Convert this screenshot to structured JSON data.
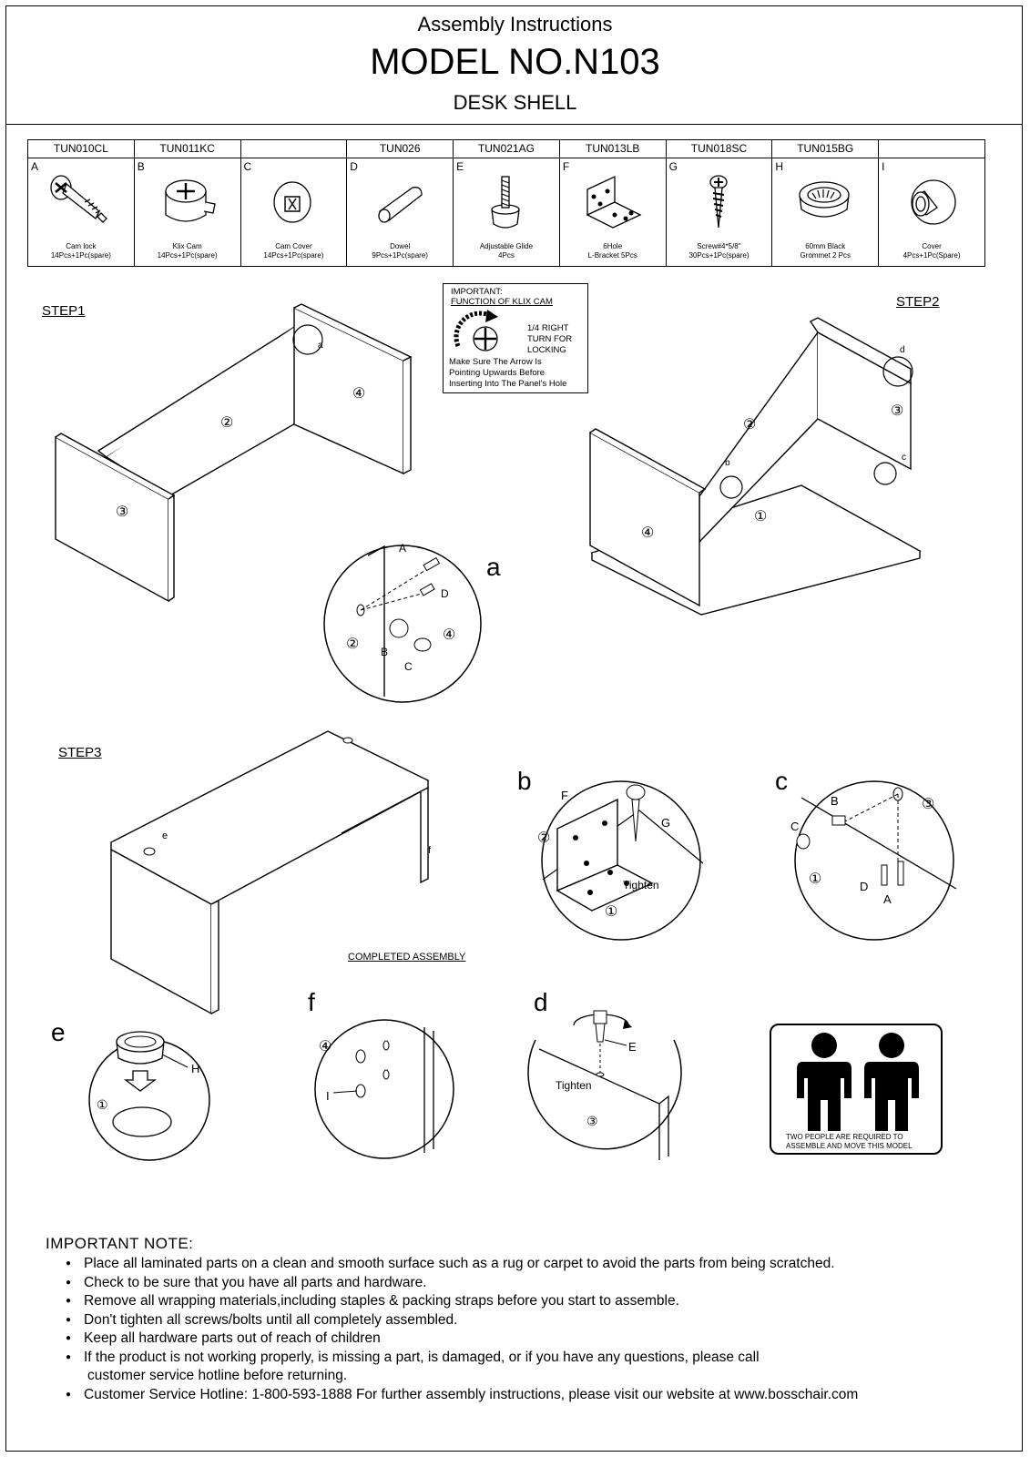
{
  "header": {
    "subtitle": "Assembly Instructions",
    "model": "MODEL NO.N103",
    "product": "DESK SHELL"
  },
  "parts": [
    {
      "code": "TUN010CL",
      "letter": "A",
      "name": "Cam lock",
      "qty": "14Pcs+1Pc(spare)",
      "icon": "cam-lock-icon"
    },
    {
      "code": "TUN011KC",
      "letter": "B",
      "name": "Klix Cam",
      "qty": "14Pcs+1Pc(spare)",
      "icon": "klix-cam-icon"
    },
    {
      "code": "",
      "letter": "C",
      "name": "Cam Cover",
      "qty": "14Pcs+1Pc(spare)",
      "icon": "cam-cover-icon"
    },
    {
      "code": "TUN026",
      "letter": "D",
      "name": "Dowel",
      "qty": "9Pcs+1Pc(spare)",
      "icon": "dowel-icon"
    },
    {
      "code": "TUN021AG",
      "letter": "E",
      "name": "Adjustable Glide",
      "qty": "4Pcs",
      "icon": "adjustable-glide-icon"
    },
    {
      "code": "TUN013LB",
      "letter": "F",
      "name": "6Hole",
      "qty": "L-Bracket  5Pcs",
      "icon": "l-bracket-icon"
    },
    {
      "code": "TUN018SC",
      "letter": "G",
      "name": "Screw#4*5/8\"",
      "qty": "30Pcs+1Pc(spare)",
      "icon": "screw-icon"
    },
    {
      "code": "TUN015BG",
      "letter": "H",
      "name": "60mm Black",
      "qty": "Grommet     2 Pcs",
      "icon": "grommet-icon"
    },
    {
      "code": "",
      "letter": "I",
      "name": "Cover",
      "qty": "4Pcs+1Pc(Spare)",
      "icon": "cover-icon"
    }
  ],
  "steps": {
    "step1": "STEP1",
    "step2": "STEP2",
    "step3": "STEP3"
  },
  "important_box": {
    "title": "IMPORTANT:",
    "subtitle": "FUNCTION OF KLIX CAM",
    "turn_lines": [
      "1/4 RIGHT",
      "TURN FOR",
      "LOCKING"
    ],
    "body_lines": [
      "Make Sure The Arrow Is",
      "Pointing Upwards Before",
      "Inserting Into The Panel's Hole"
    ]
  },
  "panel_numbers": {
    "one": "①",
    "two": "②",
    "three": "③",
    "four": "④"
  },
  "details": {
    "a": "a",
    "b": "b",
    "c": "c",
    "d": "d",
    "e": "e",
    "f": "f"
  },
  "callouts": {
    "A": "A",
    "B": "B",
    "C": "C",
    "D": "D",
    "E": "E",
    "F": "F",
    "G": "G",
    "H": "H",
    "I": "I",
    "tighten": "Tighten"
  },
  "completed_assembly": "COMPLETED ASSEMBLY",
  "two_people": {
    "line1": "TWO PEOPLE ARE REQUIRED TO",
    "line2": "ASSEMBLE AND MOVE THIS MODEL"
  },
  "important_note": {
    "title": "IMPORTANT NOTE:",
    "items": [
      "Place all laminated parts on a clean and smooth surface such as a rug or carpet to avoid the parts from being scratched.",
      "Check to be sure that you have all parts and hardware.",
      "Remove all wrapping materials,including staples & packing straps before you start to assemble.",
      "Don't tighten all screws/bolts until  all completely assembled.",
      "Keep all hardware  parts out of reach of children",
      "If the product is not working properly, is missing a part, is damaged, or if you have any questions, please call",
      "customer service hotline before returning.",
      "Customer Service Hotline: 1-800-593-1888 For further assembly instructions, please visit our website at www.bosschair.com"
    ]
  }
}
